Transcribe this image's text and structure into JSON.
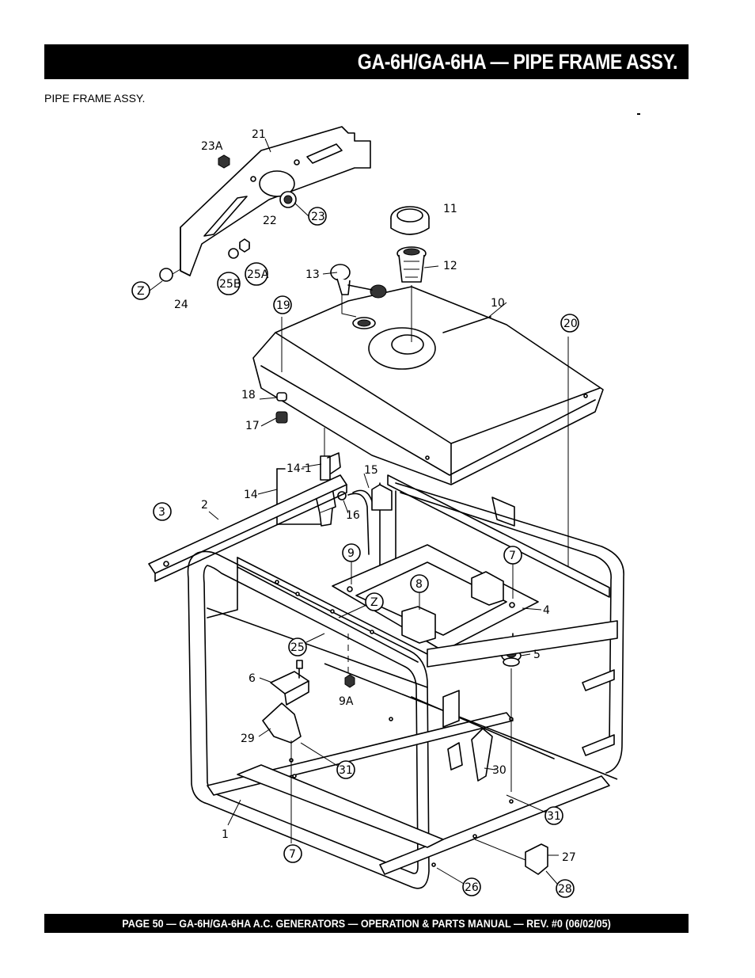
{
  "header": {
    "title": "GA-6H/GA-6HA — PIPE FRAME ASSY."
  },
  "section": {
    "subtitle": "PIPE FRAME ASSY."
  },
  "diagram": {
    "callouts": {
      "c1": "1",
      "c2": "2",
      "c3": "3",
      "c4": "4",
      "c5": "5",
      "c6": "6",
      "c7a": "7",
      "c7b": "7",
      "c8": "8",
      "c9": "9",
      "c9a": "9A",
      "c10": "10",
      "c11": "11",
      "c12": "12",
      "c13": "13",
      "c14": "14",
      "c14_1": "14-1",
      "c15": "15",
      "c16": "16",
      "c17": "17",
      "c18": "18",
      "c19": "19",
      "c20": "20",
      "c21": "21",
      "c22": "22",
      "c23": "23",
      "c23a": "23A",
      "c24": "24",
      "c25": "25",
      "c25a": "25A",
      "c25b": "25B",
      "c26": "26",
      "c27": "27",
      "c28": "28",
      "c29": "29",
      "c30": "30",
      "c31a": "31",
      "c31b": "31",
      "z1": "Z",
      "z2": "Z"
    }
  },
  "footer": {
    "text": "PAGE 50 — GA-6H/GA-6HA A.C. GENERATORS — OPERATION & PARTS  MANUAL — REV. #0  (06/02/05)"
  }
}
